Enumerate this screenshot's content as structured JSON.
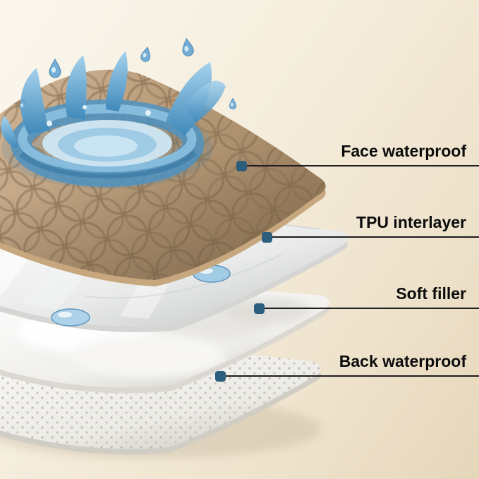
{
  "colors": {
    "background": "#f4ecdc",
    "callout_dot": "#2c5e7e",
    "callout_line": "#1d1d1d",
    "label_text": "#0c0c0c",
    "face_layer": "#b79a78",
    "tpu_layer": "#e9eaea",
    "filler_layer": "#f4f3f1",
    "back_layer": "#edebe6",
    "water": "#5d9fcd"
  },
  "callouts": [
    {
      "label": "Face waterproof",
      "layer": "face-waterproof-layer"
    },
    {
      "label": "TPU interlayer",
      "layer": "tpu-interlayer-layer"
    },
    {
      "label": "Soft filler",
      "layer": "soft-filler-layer"
    },
    {
      "label": "Back waterproof",
      "layer": "back-waterproof-layer"
    }
  ]
}
